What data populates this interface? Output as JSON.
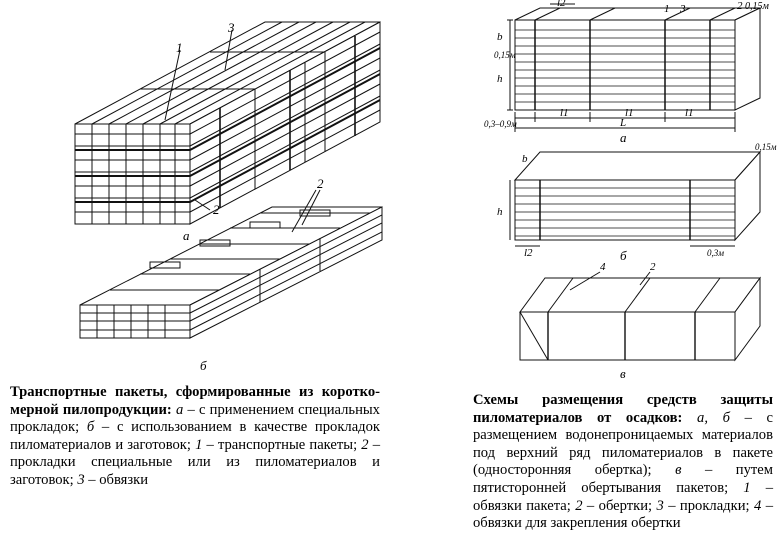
{
  "figure_left": {
    "label_1": "1",
    "label_2_lower": "2",
    "label_2_upper": "2",
    "label_3": "3",
    "sub_a": "а",
    "sub_b": "б"
  },
  "figure_right": {
    "a": {
      "l2_top": "l2",
      "l1_marker": "1",
      "l3_marker": "3",
      "l2_marker": "2",
      "dim_015_top": "0,15м",
      "h_left": "h",
      "b_left": "b",
      "dim_015_left": "0,15м",
      "dim_03_09": "0,3–0,9м",
      "l1_first": "l1",
      "l1_second": "l1",
      "l1_third": "l1",
      "l_total": "L",
      "sub": "а"
    },
    "b": {
      "b_top": "b",
      "dim_015_right": "0,15м",
      "h_left": "h",
      "l2_bottom": "l2",
      "dim_03_right": "0,3м",
      "sub": "б"
    },
    "c": {
      "label_4": "4",
      "label_2": "2",
      "sub": "в"
    }
  },
  "caption_left": {
    "title": "Транспортные пакеты, сформированные из коротко-мерной пилопродукции:",
    "p1_letter": "а",
    "p1_text": " – с применением специальных прокладок; ",
    "p2_letter": "б",
    "p2_text": " – с использованием в качестве прокладок пиломатериалов и заготовок; ",
    "p3_num": "1",
    "p3_text": " – транспортные пакеты; ",
    "p4_num": "2",
    "p4_text": " – прокладки специальные или из пиломатериалов и заготовок; ",
    "p5_num": "3",
    "p5_text": " – обвязки"
  },
  "caption_right": {
    "title": "Схемы размещения средств защиты пиломатериалов от осадков:",
    "p1_letters": "а, б",
    "p1_text": " – с размещением водонепроницаемых материалов под верхний ряд пиломатериалов в пакете (односторонняя обертка); ",
    "p2_letter": "в",
    "p2_text": " – путем пятисторонней обертывания пакетов; ",
    "p3_num": "1",
    "p3_text": " – обвязки пакета; ",
    "p4_num": "2",
    "p4_text": " – обертки; ",
    "p5_num": "3",
    "p5_text": " – прокладки; ",
    "p6_num": "4",
    "p6_text": " – обвязки для закрепления обертки"
  }
}
